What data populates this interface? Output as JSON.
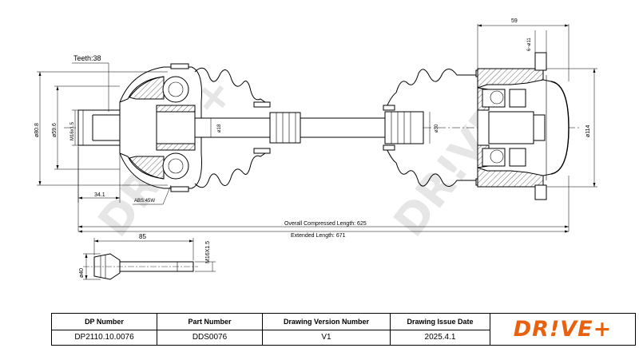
{
  "labels": {
    "teeth": "Teeth:38",
    "d_hub_outer": "ø80.8",
    "d_hub_inner": "ø59.6",
    "thread_inner": "M16x1.5",
    "shaft_d18": "ø18",
    "len_34": "34.1",
    "abs": "ABS:45W",
    "shaft_d30": "ø30",
    "d114": "ø114",
    "dim59": "59",
    "d11": "6~ø11",
    "overall": "Overall  Compressed  Length: 625",
    "extended": "Extended  Length: 671",
    "bolt_len": "85",
    "bolt_thread": "M16X1.5",
    "bolt_d40": "ø40"
  },
  "watermark": "DR!VE+",
  "title_block": {
    "headers": [
      "DP Number",
      "Part Number",
      "Drawing Version Number",
      "Drawing Issue Date"
    ],
    "values": [
      "DP2110.10.0076",
      "DDS0076",
      "V1",
      "2025.4.1"
    ]
  },
  "logo": "DR!VE+",
  "colors": {
    "brand": "#e8610f",
    "watermark": "#e6e6e6"
  }
}
